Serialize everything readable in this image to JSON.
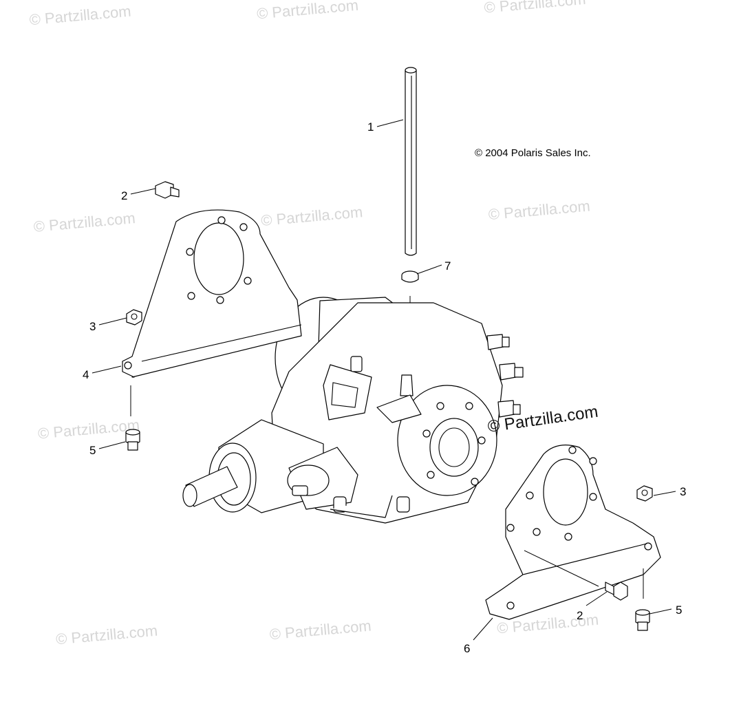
{
  "copyright": "© 2004 Polaris Sales Inc.",
  "watermark_text": "© Partzilla.com",
  "watermark_center": "© Partzilla.com",
  "callouts": {
    "c1": "1",
    "c2a": "2",
    "c2b": "2",
    "c3a": "3",
    "c3b": "3",
    "c4": "4",
    "c5a": "5",
    "c5b": "5",
    "c6": "6",
    "c7": "7"
  },
  "colors": {
    "line": "#000000",
    "watermark": "#d6d6d6",
    "background": "#ffffff"
  }
}
